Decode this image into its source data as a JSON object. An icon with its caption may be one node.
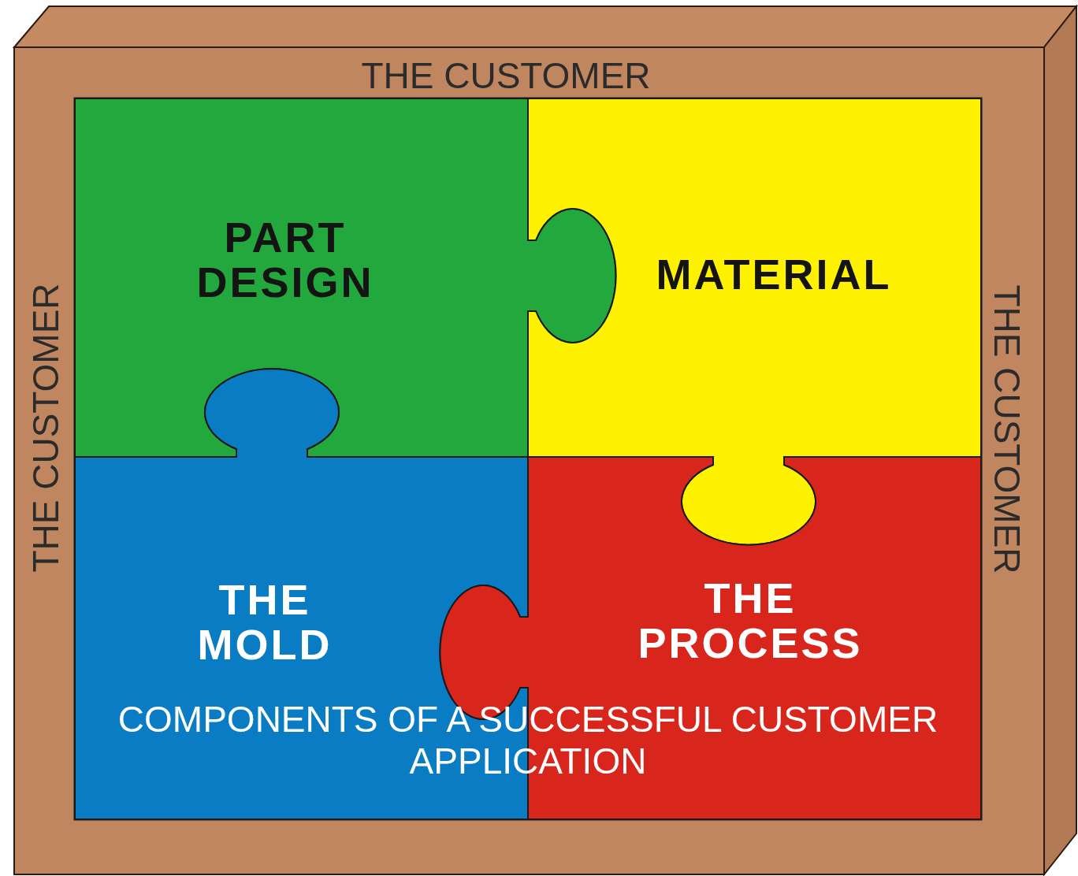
{
  "diagram": {
    "nodes": [
      {
        "text": [
          "THE CUSTOMER",
          "THE CUSTOMER",
          "THE CUSTOMER"
        ]
      },
      {
        "text": [
          "PART DESIGN"
        ],
        "in": 0
      },
      {
        "text": [
          "MATERIAL"
        ],
        "in": 0
      },
      {
        "text": [
          "THE MOLD"
        ],
        "in": 0
      },
      {
        "text": [
          "THE PROCESS"
        ],
        "in": 0
      }
    ],
    "edges": [],
    "labels": [
      "COMPONENTS OF A SUCCESSFUL CUSTOMER APPLICATION"
    ]
  }
}
